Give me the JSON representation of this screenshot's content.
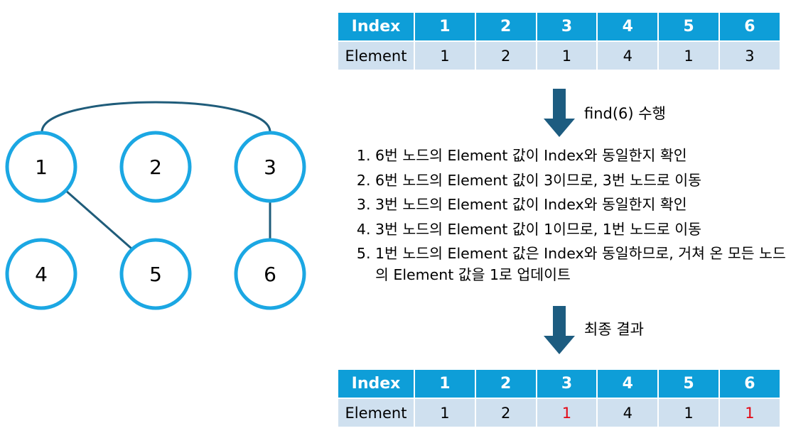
{
  "graph": {
    "nodes": [
      "1",
      "2",
      "3",
      "4",
      "5",
      "6"
    ],
    "edges": [
      [
        "1",
        "3"
      ],
      [
        "1",
        "5"
      ],
      [
        "3",
        "6"
      ]
    ]
  },
  "table_initial": {
    "header_label": "Index",
    "indices": [
      "1",
      "2",
      "3",
      "4",
      "5",
      "6"
    ],
    "row_label": "Element",
    "elements": [
      "1",
      "2",
      "1",
      "4",
      "1",
      "3"
    ]
  },
  "arrow1_label": "find(6) 수행",
  "steps": [
    "6번 노드의 Element 값이 Index와 동일한지 확인",
    "6번 노드의 Element 값이 3이므로, 3번 노드로 이동",
    "3번 노드의 Element 값이 Index와 동일한지 확인",
    "3번 노드의 Element 값이 1이므로, 1번 노드로 이동",
    "1번 노드의 Element 값은 Index와 동일하므로, 거쳐 온 모든 노드의 Element 값을 1로 업데이트"
  ],
  "arrow2_label": "최종 결과",
  "table_final": {
    "header_label": "Index",
    "indices": [
      "1",
      "2",
      "3",
      "4",
      "5",
      "6"
    ],
    "row_label": "Element",
    "elements": [
      "1",
      "2",
      "1",
      "4",
      "1",
      "1"
    ],
    "updated_indices": [
      "3",
      "6"
    ]
  },
  "colors": {
    "node_stroke": "#1ba7e3",
    "edge": "#1f5c7a",
    "header_bg": "#0e9ed8",
    "cell_bg": "#cfe0ef",
    "arrow": "#1d5c80",
    "updated_text": "#e30613"
  }
}
